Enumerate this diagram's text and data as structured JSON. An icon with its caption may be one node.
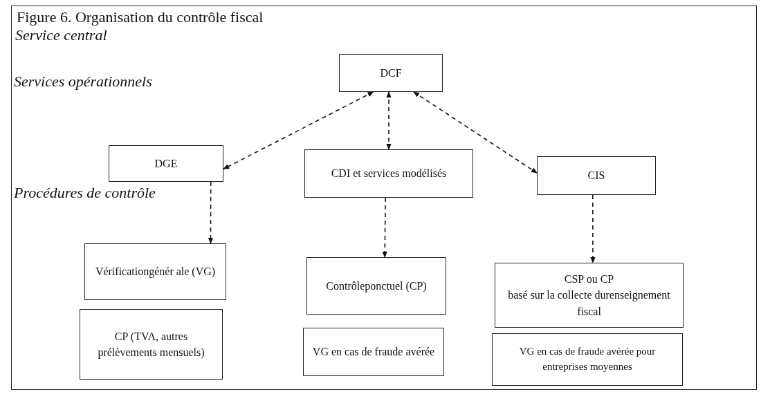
{
  "diagram": {
    "title": "Figure 6. Organisation du contrôle fiscal",
    "nodes": [
      {
        "text": [
          "DCF"
        ]
      },
      {
        "text": [
          "DGE"
        ]
      },
      {
        "text": [
          "CDI et services modélisés"
        ]
      },
      {
        "text": [
          "CIS"
        ]
      },
      {
        "text": [
          "Vérificationgénér ale (VG)"
        ]
      },
      {
        "text": [
          "CP (TVA, autres prélèvements mensuels)"
        ]
      },
      {
        "text": [
          "Contrôleponctuel (CP)"
        ]
      },
      {
        "text": [
          "VG en cas de fraude avérée"
        ]
      },
      {
        "text": [
          "CSP ou CP",
          "basé sur  la collecte durenseignement fiscal"
        ]
      },
      {
        "text": [
          "VG en cas de fraude avérée pour entreprises moyennes"
        ]
      }
    ],
    "edges": [
      {
        "from": 0,
        "to": 1,
        "arrow": "both",
        "style": "dashed"
      },
      {
        "from": 0,
        "to": 2,
        "arrow": "both",
        "style": "dashed"
      },
      {
        "from": 0,
        "to": 3,
        "arrow": "both",
        "style": "dashed"
      },
      {
        "from": 1,
        "to": 4,
        "arrow": "to",
        "style": "dashed"
      },
      {
        "from": 2,
        "to": 6,
        "arrow": "to",
        "style": "dashed"
      },
      {
        "from": 3,
        "to": 8,
        "arrow": "to",
        "style": "dashed"
      }
    ],
    "labels": [
      "Service central",
      "Services opérationnels",
      "Procédures de contrôle"
    ]
  }
}
